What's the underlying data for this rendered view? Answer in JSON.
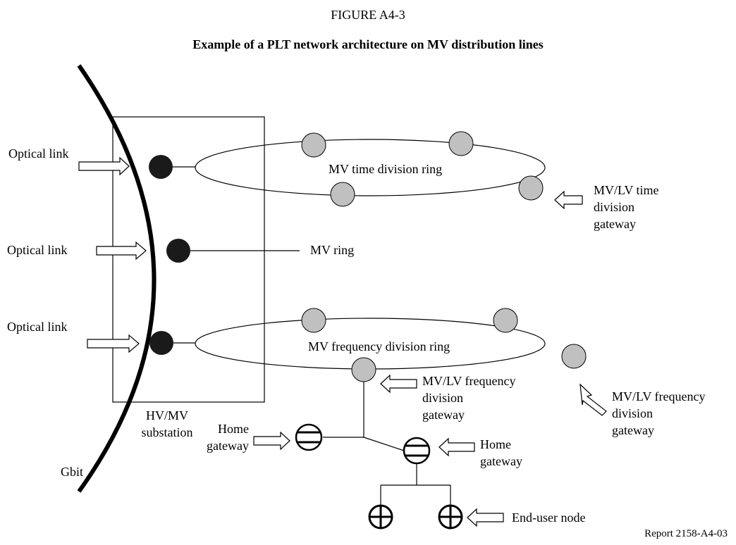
{
  "figure": {
    "number": "FIGURE A4-3",
    "title": "Example of a PLT network architecture on MV distribution lines",
    "reference": "Report 2158-A4-03"
  },
  "labels": {
    "optical_link_1": "Optical link",
    "optical_link_2": "Optical link",
    "optical_link_3": "Optical link",
    "mv_time_ring": "MV time division ring",
    "mv_ring": "MV ring",
    "mv_freq_ring": "MV frequency division ring",
    "mvlv_time_gw": [
      "MV/LV time",
      "division",
      "gateway"
    ],
    "mvlv_freq_gw_1": [
      "MV/LV frequency",
      "division",
      "gateway"
    ],
    "mvlv_freq_gw_2": [
      "MV/LV frequency",
      "division",
      "gateway"
    ],
    "hvmv_substation": [
      "HV/MV",
      "substation"
    ],
    "home_gw_1": [
      "Home",
      "gateway"
    ],
    "home_gw_2": [
      "Home",
      "gateway"
    ],
    "gbit": "Gbit",
    "end_user_node": "End-user node"
  },
  "colors": {
    "node_dark": "#1a1a1a",
    "node_grey": "#c0c0c0",
    "line": "#000000",
    "background": "#ffffff"
  }
}
